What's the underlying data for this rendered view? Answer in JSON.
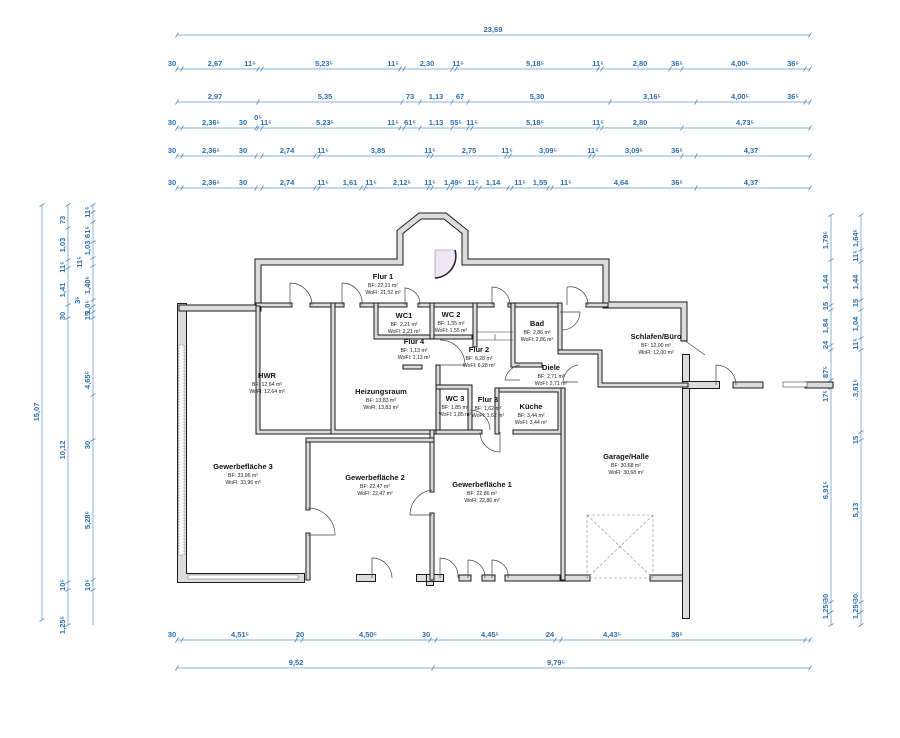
{
  "plan": {
    "total_width": "23,69",
    "total_height_left": "15,07",
    "dimension_rows": [
      {
        "labels": [
          "30",
          "2,67",
          "11⁵",
          "5,23⁵",
          "11⁵",
          "2,30",
          "11⁵",
          "5,18⁵",
          "11⁵",
          "2,80",
          "36⁵",
          "4,00⁵",
          "36⁵"
        ]
      },
      {
        "labels": [
          "2,97",
          "5,35",
          "73",
          "1,13",
          "67",
          "5,30",
          "3,16⁵",
          "4,00⁵",
          "36⁵"
        ]
      },
      {
        "labels": [
          "30",
          "2,36⁵",
          "30",
          "0⁵",
          "11⁵",
          "5,23⁵",
          "11⁵",
          "61⁵",
          "1,13",
          "55⁵",
          "11⁵",
          "5,18⁵",
          "11⁵",
          "2,80",
          "4,73⁵"
        ]
      },
      {
        "labels": [
          "30",
          "2,36⁵",
          "30",
          "2,74",
          "11⁵",
          "3,85",
          "11⁵",
          "2,75",
          "11⁵",
          "3,09⁵",
          "11⁵",
          "3,09⁵",
          "36⁵",
          "4,37"
        ]
      },
      {
        "labels": [
          "30",
          "2,36⁵",
          "30",
          "2,74",
          "11⁵",
          "1,61",
          "11⁵",
          "2,12⁵",
          "11⁵",
          "1,49⁵",
          "11⁵",
          "1,14",
          "11⁵",
          "1,55",
          "11⁵",
          "4,64",
          "36⁵",
          "4,37"
        ]
      }
    ],
    "bottom_rows": [
      {
        "labels": [
          "30",
          "4,51⁵",
          "20",
          "4,50⁵",
          "30",
          "4,45⁵",
          "24",
          "4,43⁵",
          "36⁵"
        ]
      },
      {
        "labels": [
          "9,52",
          "9,79⁵"
        ]
      }
    ],
    "left_columns": [
      {
        "labels": [
          "73",
          "1,03",
          "11⁵",
          "1,41",
          "30",
          "10,12",
          "10⁵",
          "1,25⁵"
        ]
      },
      {
        "labels": [
          "11⁵",
          "61⁵",
          "1,03",
          "11⁵",
          "1,40⁵",
          "3⁵",
          "1,0⁵",
          "15",
          "4,65⁵",
          "30",
          "5,28⁵",
          "10⁵"
        ]
      }
    ],
    "right_columns": [
      {
        "labels": [
          "1,79⁵",
          "1,44",
          "15",
          "1,84",
          "24",
          "87⁵",
          "17⁵",
          "6,91⁵",
          "30",
          "1,25⁵"
        ]
      },
      {
        "labels": [
          "1,64⁵",
          "11⁵",
          "1,44",
          "15",
          "1,04",
          "11⁵",
          "3,61⁵",
          "15",
          "5,13",
          "30",
          "1,25⁵"
        ]
      }
    ],
    "rooms": [
      {
        "name": "Flur 1",
        "bf": "BF: 22,21 m²",
        "wofl": "WoFl: 21,52 m²"
      },
      {
        "name": "WC1",
        "bf": "BF: 2,21 m²",
        "wofl": "WoFl: 2,21 m²"
      },
      {
        "name": "WC 2",
        "bf": "BF: 1,55 m²",
        "wofl": "WoFl: 1,55 m²"
      },
      {
        "name": "Flur 4",
        "bf": "BF: 1,13 m²",
        "wofl": "WoFl: 1,13 m²"
      },
      {
        "name": "Flur  2",
        "bf": "BF: 6,28 m²",
        "wofl": "WoFl: 6,28 m²"
      },
      {
        "name": "Bad",
        "bf": "BF: 2,86 m²",
        "wofl": "WoFl: 2,86 m²"
      },
      {
        "name": "Schlafen/Büro",
        "bf": "BF: 12,00 m²",
        "wofl": "WoFl: 12,00 m²"
      },
      {
        "name": "Diele",
        "bf": "BF: 2,71 m²",
        "wofl": "WoFl: 2,71 m²"
      },
      {
        "name": "HWR",
        "bf": "BF: 12,64 m²",
        "wofl": "WoFl: 12,64 m²"
      },
      {
        "name": "Heizungsraum",
        "bf": "BF: 13,83 m²",
        "wofl": "WoFl: 13,83 m²"
      },
      {
        "name": "WC 3",
        "bf": "BF: 1,85 m²",
        "wofl": "WoFl: 1,85 m²"
      },
      {
        "name": "Flur 3",
        "bf": "BF: 1,62 m²",
        "wofl": "WoFl: 1,62 m²"
      },
      {
        "name": "Küche",
        "bf": "BF: 3,44 m²",
        "wofl": "WoFl: 3,44 m²"
      },
      {
        "name": "Gewerbefläche 3",
        "bf": "BF: 33,96 m²",
        "wofl": "WoFl: 33,96 m²"
      },
      {
        "name": "Gewerbefläche 2",
        "bf": "BF: 22,47 m²",
        "wofl": "WoFl: 22,47 m²"
      },
      {
        "name": "Gewerbefläche 1",
        "bf": "BF: 22,86 m²",
        "wofl": "WoFl: 22,86 m²"
      },
      {
        "name": "Garage/Halle",
        "bf": "BF: 30,68 m²",
        "wofl": "WoFl: 30,68 m²"
      }
    ]
  }
}
